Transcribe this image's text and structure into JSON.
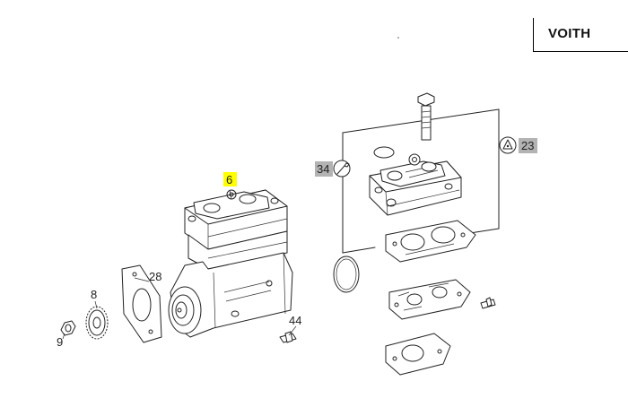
{
  "brand": {
    "name": "VOITH"
  },
  "callouts": {
    "p6": "6",
    "p28": "28",
    "p8": "8",
    "p9": "9",
    "p44": "44",
    "p34": "34",
    "p23": "23"
  },
  "colors": {
    "highlight": "#ffff00",
    "badge_gray": "#b3b3b3",
    "line": "#222222"
  },
  "icons": {
    "wrench_badge": "wrench-icon",
    "torque_badge": "triangle-warning-icon"
  }
}
